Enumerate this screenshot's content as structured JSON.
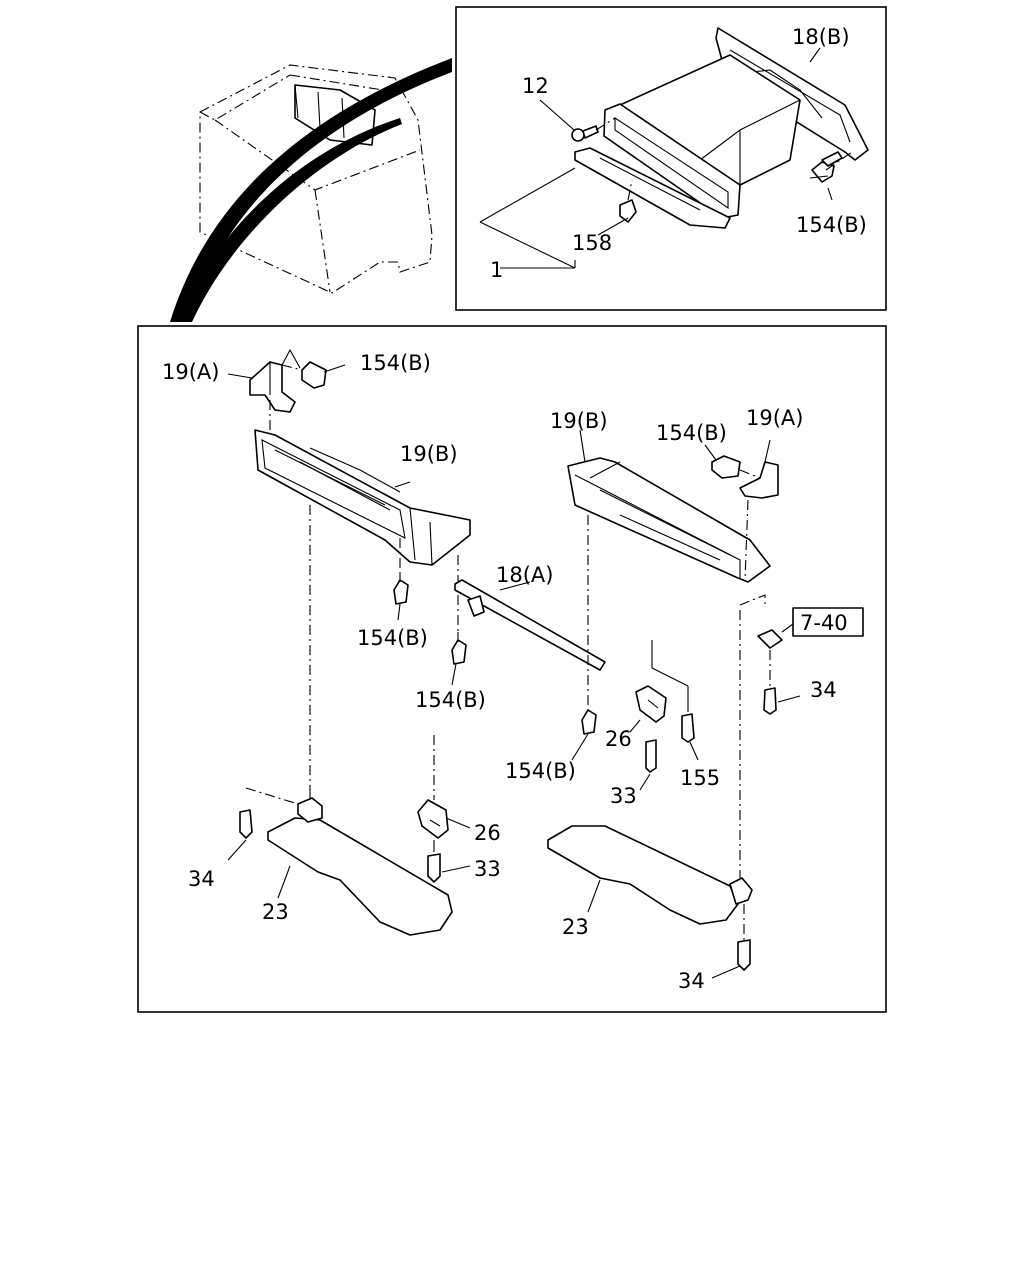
{
  "labels": {
    "inset_18b": "18(B)",
    "inset_12": "12",
    "inset_154b": "154(B)",
    "inset_158": "158",
    "inset_1": "1",
    "l_19a": "19(A)",
    "l_154b_top": "154(B)",
    "l_19b": "19(B)",
    "l_154b_a": "154(B)",
    "l_154b_b": "154(B)",
    "l_18a": "18(A)",
    "r_19b": "19(B)",
    "r_154b": "154(B)",
    "r_19a": "19(A)",
    "ref_7_40": "7-40",
    "r_34": "34",
    "m_154b": "154(B)",
    "m_26": "26",
    "m_33": "33",
    "m_155": "155",
    "l_26": "26",
    "l_33": "33",
    "l_34": "34",
    "l_23": "23",
    "r_23": "23",
    "r_34_bottom": "34"
  }
}
